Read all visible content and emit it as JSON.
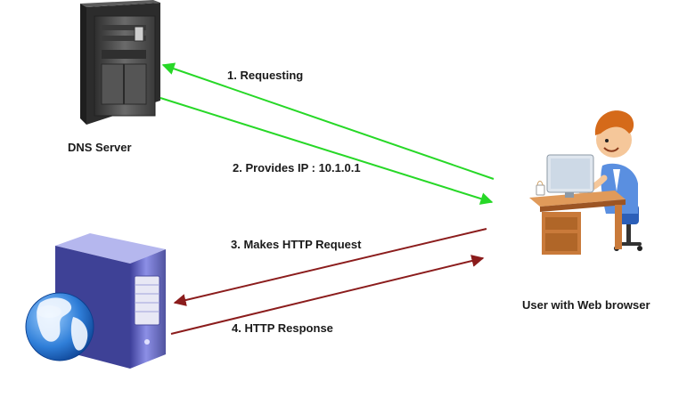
{
  "nodes": {
    "dns_server": {
      "label": "DNS Server"
    },
    "user": {
      "label": "User with Web browser"
    },
    "web_server": {
      "label": ""
    }
  },
  "steps": [
    {
      "label": "1. Requesting",
      "color": "#27d827"
    },
    {
      "label": "2. Provides IP : 10.1.0.1",
      "color": "#27d827"
    },
    {
      "label": "3. Makes HTTP Request",
      "color": "#8b1c1c"
    },
    {
      "label": "4. HTTP Response",
      "color": "#8b1c1c"
    }
  ],
  "colors": {
    "dns_arrow": "#27d827",
    "http_arrow": "#8b1c1c",
    "server_dark": "#4a4a4a",
    "server_blue": "#6b6fc9",
    "globe": "#2f7ed8",
    "shirt": "#5a8fe0",
    "hair": "#d56a1a",
    "desk": "#c97a3a"
  },
  "icons": [
    "dns-server-icon",
    "web-server-icon",
    "globe-icon",
    "user-at-desk-icon"
  ]
}
